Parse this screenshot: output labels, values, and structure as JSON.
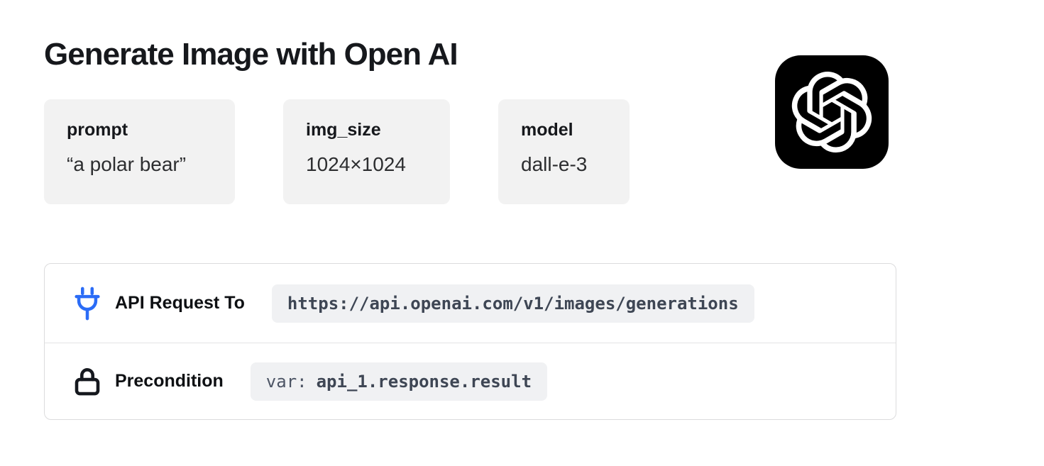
{
  "title": "Generate Image with Open AI",
  "params": [
    {
      "name": "prompt",
      "value": "“a polar bear”"
    },
    {
      "name": "img_size",
      "value": "1024×1024"
    },
    {
      "name": "model",
      "value": "dall-e-3"
    }
  ],
  "logo": {
    "label": "OpenAI logo"
  },
  "request": {
    "label": "API Request To",
    "url": "https://api.openai.com/v1/images/generations"
  },
  "precondition": {
    "label": "Precondition",
    "var_prefix": "var:",
    "var_value": "api_1.response.result"
  },
  "colors": {
    "accent_blue": "#2b6cf6",
    "icon_dark": "#15181e",
    "card_bg": "#f2f2f2",
    "chip_bg": "#f0f1f3",
    "chip_text": "#3e4654",
    "logo_bg": "#000000",
    "logo_fg": "#ffffff",
    "border": "#dcdcdd"
  }
}
